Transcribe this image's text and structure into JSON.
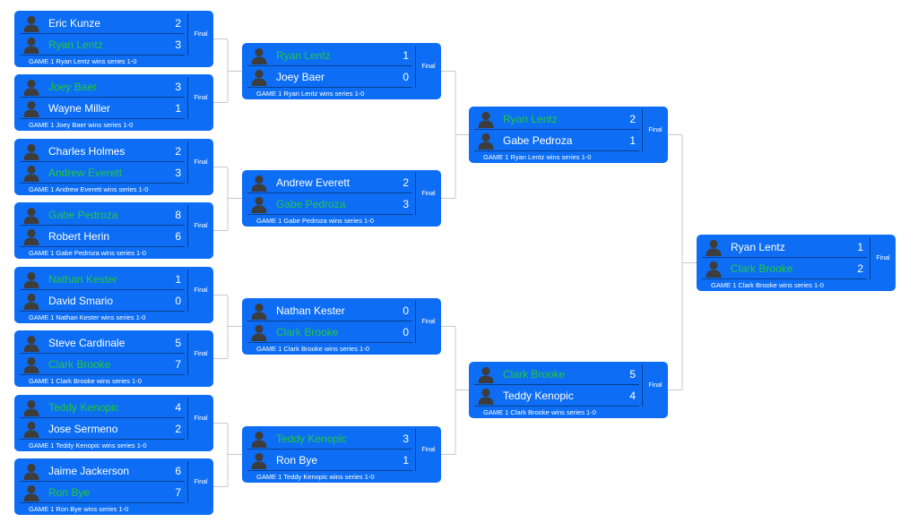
{
  "bracket": {
    "status_label": "Final",
    "rounds": [
      {
        "matches": [
          {
            "players": [
              {
                "name": "Eric Kunze",
                "score": "2",
                "winner": false
              },
              {
                "name": "Ryan Lentz",
                "score": "3",
                "winner": true
              }
            ],
            "footer": "GAME 1 Ryan Lentz wins series 1-0"
          },
          {
            "players": [
              {
                "name": "Joey Baer",
                "score": "3",
                "winner": true
              },
              {
                "name": "Wayne Miller",
                "score": "1",
                "winner": false
              }
            ],
            "footer": "GAME 1 Joey Baer wins series 1-0"
          },
          {
            "players": [
              {
                "name": "Charles Holmes",
                "score": "2",
                "winner": false
              },
              {
                "name": "Andrew Everett",
                "score": "3",
                "winner": true
              }
            ],
            "footer": "GAME 1 Andrew Everett wins series 1-0"
          },
          {
            "players": [
              {
                "name": "Gabe Pedroza",
                "score": "8",
                "winner": true
              },
              {
                "name": "Robert Herin",
                "score": "6",
                "winner": false
              }
            ],
            "footer": "GAME 1 Gabe Pedroza wins series 1-0"
          },
          {
            "players": [
              {
                "name": "Nathan Kester",
                "score": "1",
                "winner": true
              },
              {
                "name": "David Smario",
                "score": "0",
                "winner": false
              }
            ],
            "footer": "GAME 1 Nathan Kester wins series 1-0"
          },
          {
            "players": [
              {
                "name": "Steve Cardinale",
                "score": "5",
                "winner": false
              },
              {
                "name": "Clark Brooke",
                "score": "7",
                "winner": true
              }
            ],
            "footer": "GAME 1 Clark Brooke wins series 1-0"
          },
          {
            "players": [
              {
                "name": "Teddy Kenopic",
                "score": "4",
                "winner": true
              },
              {
                "name": "Jose Sermeno",
                "score": "2",
                "winner": false
              }
            ],
            "footer": "GAME 1 Teddy Kenopic wins series 1-0"
          },
          {
            "players": [
              {
                "name": "Jaime Jackerson",
                "score": "6",
                "winner": false
              },
              {
                "name": "Ron Bye",
                "score": "7",
                "winner": true
              }
            ],
            "footer": "GAME 1 Ron Bye wins series 1-0"
          }
        ]
      },
      {
        "matches": [
          {
            "players": [
              {
                "name": "Ryan Lentz",
                "score": "1",
                "winner": true
              },
              {
                "name": "Joey Baer",
                "score": "0",
                "winner": false
              }
            ],
            "footer": "GAME 1 Ryan Lentz wins series 1-0"
          },
          {
            "players": [
              {
                "name": "Andrew Everett",
                "score": "2",
                "winner": false
              },
              {
                "name": "Gabe Pedroza",
                "score": "3",
                "winner": true
              }
            ],
            "footer": "GAME 1 Gabe Pedroza wins series 1-0"
          },
          {
            "players": [
              {
                "name": "Nathan Kester",
                "score": "0",
                "winner": false
              },
              {
                "name": "Clark Brooke",
                "score": "0",
                "winner": true
              }
            ],
            "footer": "GAME 1 Clark Brooke wins series 1-0"
          },
          {
            "players": [
              {
                "name": "Teddy Kenopic",
                "score": "3",
                "winner": true
              },
              {
                "name": "Ron Bye",
                "score": "1",
                "winner": false
              }
            ],
            "footer": "GAME 1 Teddy Kenopic wins series 1-0"
          }
        ]
      },
      {
        "matches": [
          {
            "players": [
              {
                "name": "Ryan Lentz",
                "score": "2",
                "winner": true
              },
              {
                "name": "Gabe Pedroza",
                "score": "1",
                "winner": false
              }
            ],
            "footer": "GAME 1 Ryan Lentz wins series 1-0"
          },
          {
            "players": [
              {
                "name": "Clark Brooke",
                "score": "5",
                "winner": true
              },
              {
                "name": "Teddy Kenopic",
                "score": "4",
                "winner": false
              }
            ],
            "footer": "GAME 1 Clark Brooke wins series 1-0"
          }
        ]
      },
      {
        "matches": [
          {
            "players": [
              {
                "name": "Ryan Lentz",
                "score": "1",
                "winner": false
              },
              {
                "name": "Clark Brooke",
                "score": "2",
                "winner": true
              }
            ],
            "footer": "GAME 1 Clark Brooke wins series 1-0"
          }
        ]
      }
    ]
  }
}
